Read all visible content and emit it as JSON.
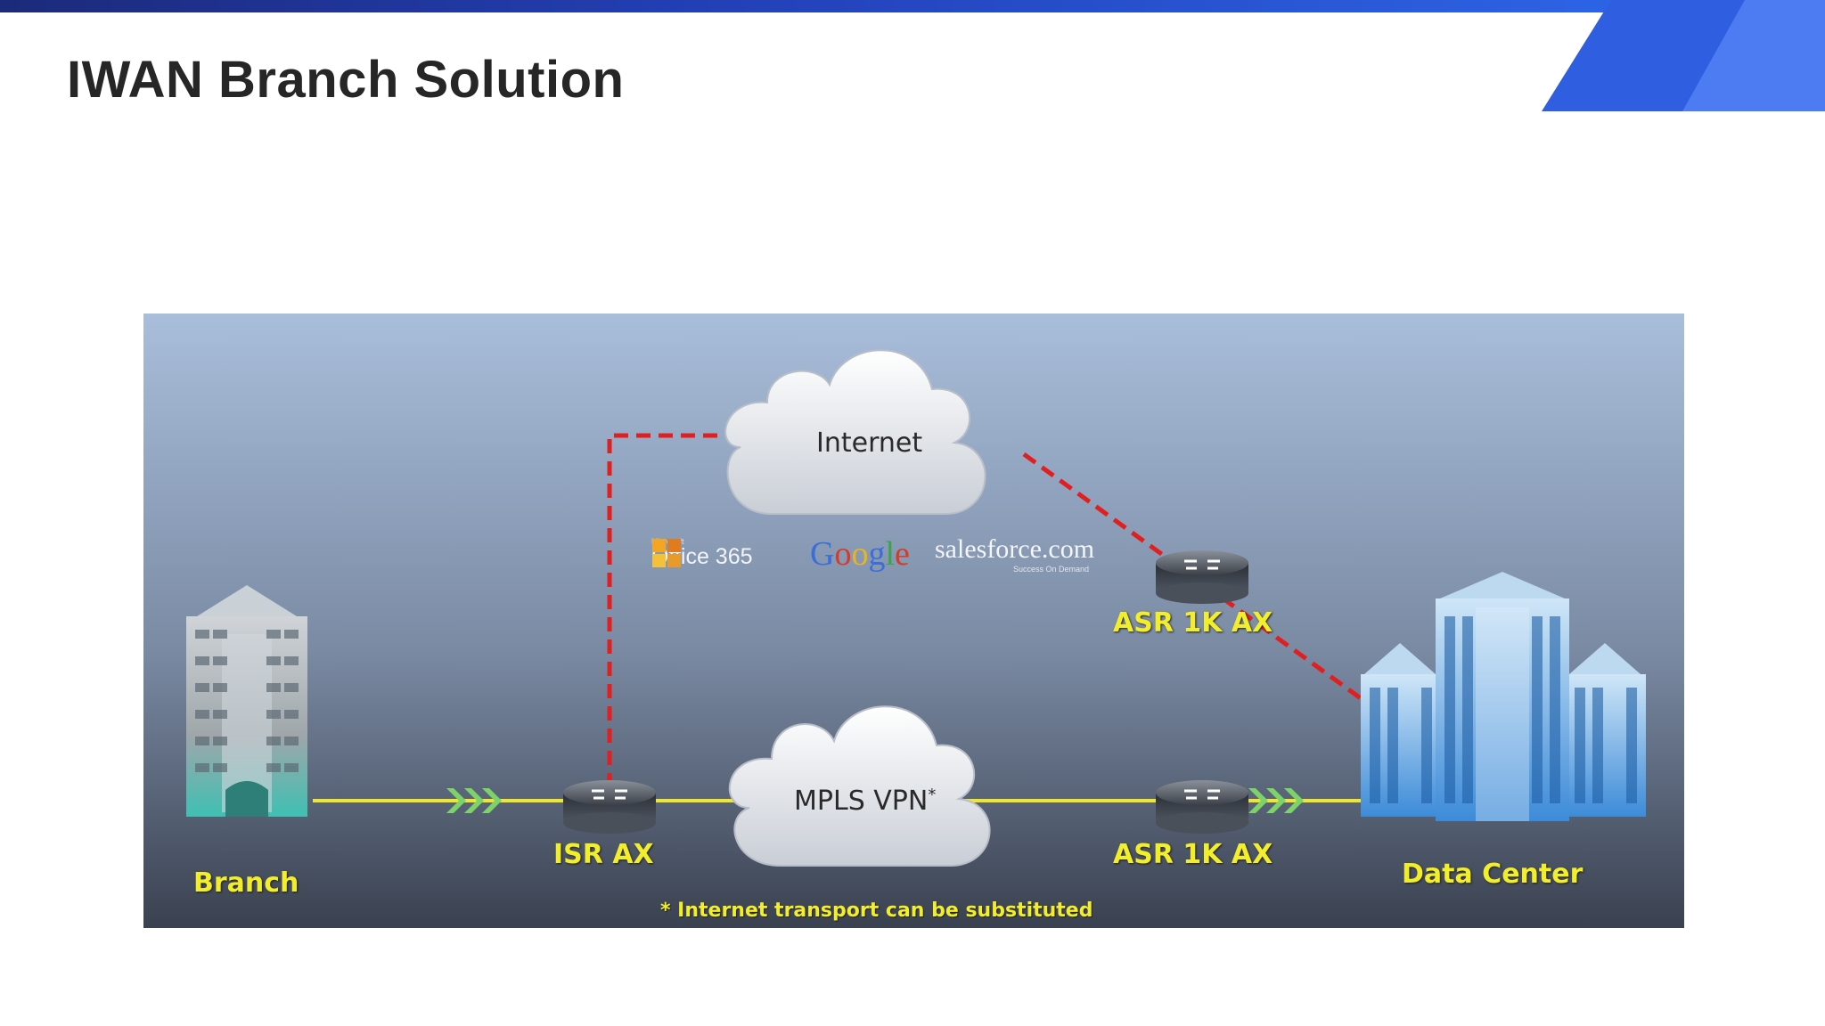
{
  "slide": {
    "title": "IWAN Branch Solution"
  },
  "diagram": {
    "clouds": {
      "internet": "Internet",
      "mpls_main": "MPLS VPN",
      "mpls_asterisk": "*"
    },
    "labels": {
      "branch": "Branch",
      "isr": "ISR AX",
      "asr_top": "ASR 1K AX",
      "asr_bottom": "ASR 1K AX",
      "datacenter": "Data Center"
    },
    "footnote": "* Internet transport can be substituted",
    "logos": {
      "office_small": "Microsoft",
      "office_main": "Office 365",
      "google": [
        "G",
        "o",
        "o",
        "g",
        "l",
        "e"
      ],
      "salesforce_main": "salesforce.com",
      "salesforce_tag": "Success On Demand"
    },
    "colors": {
      "wan_link": "#f0e62a",
      "internet_link": "#e02020",
      "background_top": "#a9bedb",
      "background_bottom": "#3a4150"
    }
  }
}
